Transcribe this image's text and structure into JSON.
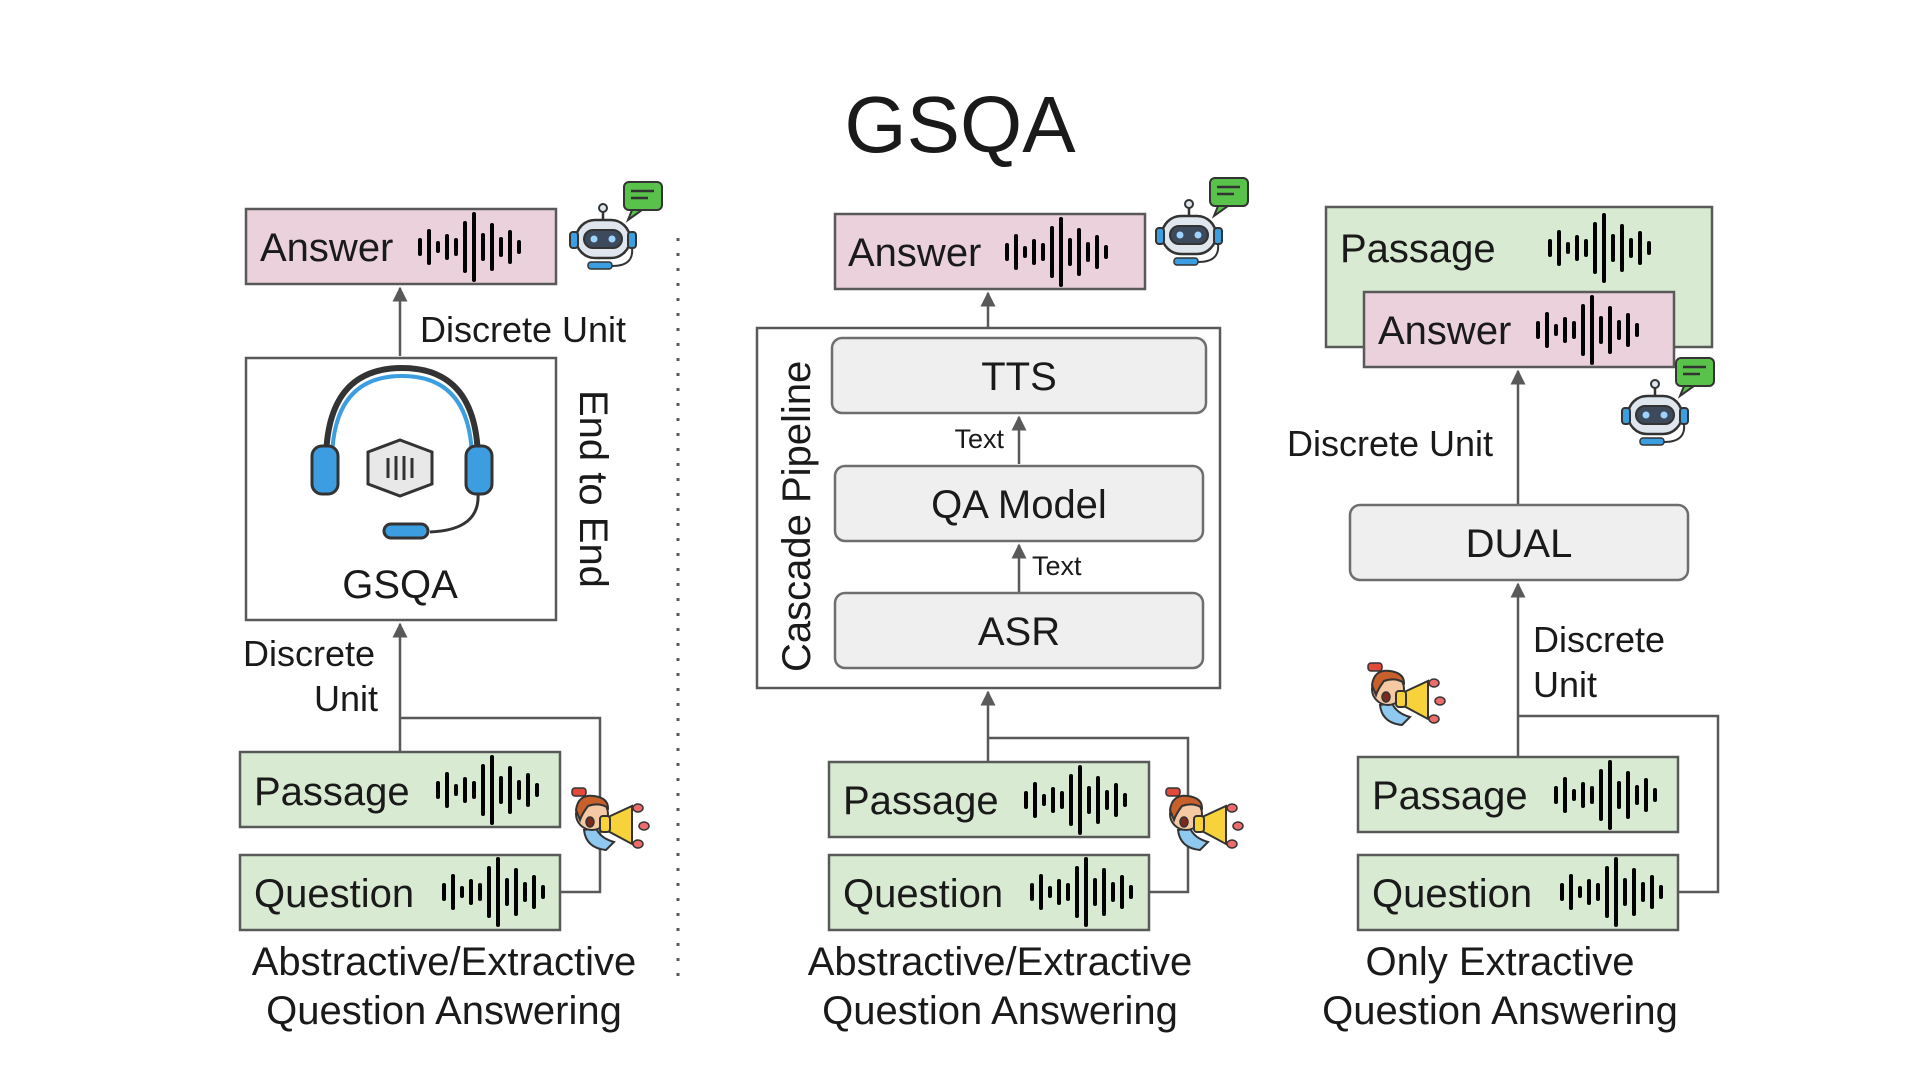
{
  "title": "GSQA",
  "panels": {
    "left": {
      "answer_label": "Answer",
      "edge_label_top": "Discrete Unit",
      "model_label": "GSQA",
      "side_label": "End to End",
      "edge_label_bottom_line1": "Discrete",
      "edge_label_bottom_line2": "Unit",
      "passage_label": "Passage",
      "question_label": "Question",
      "caption_line1": "Abstractive/Extractive",
      "caption_line2": "Question Answering"
    },
    "middle": {
      "answer_label": "Answer",
      "pipeline_label": "Cascade Pipeline",
      "tts_label": "TTS",
      "qa_label": "QA Model",
      "asr_label": "ASR",
      "text_label_upper": "Text",
      "text_label_lower": "Text",
      "passage_label": "Passage",
      "question_label": "Question",
      "caption_line1": "Abstractive/Extractive",
      "caption_line2": "Question Answering"
    },
    "right": {
      "passage_top_label": "Passage",
      "answer_label": "Answer",
      "edge_label_top": "Discrete Unit",
      "model_label": "DUAL",
      "edge_label_bottom_line1": "Discrete",
      "edge_label_bottom_line2": "Unit",
      "passage_label": "Passage",
      "question_label": "Question",
      "caption_line1": "Only Extractive",
      "caption_line2": "Question Answering"
    }
  },
  "icons": [
    "headset-icon",
    "robot-icon",
    "speaker-person-icon",
    "waveform-icon"
  ],
  "colors": {
    "answer_fill": "#ead1dc",
    "input_fill": "#d9ead3",
    "module_fill": "#efefef",
    "headset_blue": "#3c9ee0",
    "bubble_green": "#59c24b"
  }
}
